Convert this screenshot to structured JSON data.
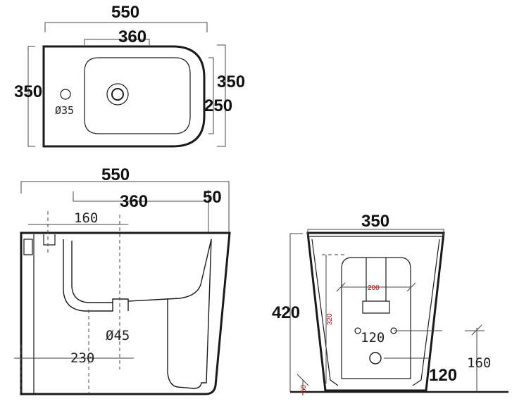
{
  "top_view": {
    "width_total": "550",
    "width_basin": "360",
    "depth_left": "350",
    "depth_right": "350",
    "depth_basin": "250",
    "tap_hole": "Ø35"
  },
  "side_view": {
    "width_total": "550",
    "width_basin": "360",
    "rim_offset": "50",
    "tap_offset": "160",
    "drain_diameter": "Ø45",
    "drain_offset": "230"
  },
  "front_view": {
    "width": "350",
    "height": "420",
    "inner_width": "200",
    "inner_height": "320",
    "fix_spacing": "120",
    "outlet_height": "120",
    "feed_height": "160",
    "base_offset": "50"
  }
}
